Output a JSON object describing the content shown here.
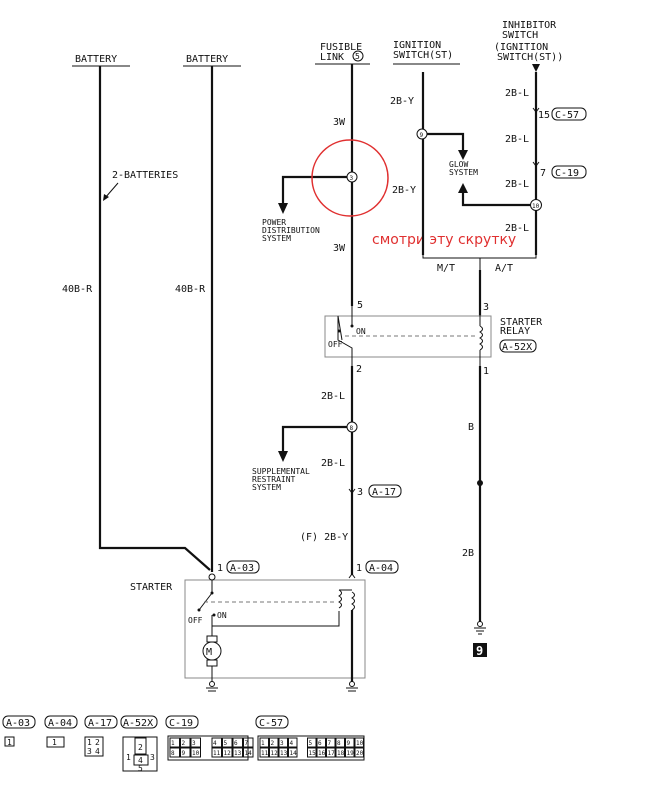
{
  "sources": {
    "battery1": "BATTERY",
    "battery2": "BATTERY",
    "fusible_link": [
      "FUSIBLE",
      "LINK"
    ],
    "fusible_link_no": "5",
    "ignition_switch": [
      "IGNITION",
      "SWITCH(ST)"
    ],
    "inhibitor_switch": [
      "INHIBITOR",
      "SWITCH",
      "(IGNITION",
      "SWITCH(ST))"
    ]
  },
  "wires": {
    "two_batteries": "2-BATTERIES",
    "w_40br_1": "40B-R",
    "w_40br_2": "40B-R",
    "w_3w_1": "3W",
    "w_3w_2": "3W",
    "w_2by_1": "2B-Y",
    "w_2by_2": "2B-Y",
    "w_2bl_1": "2B-L",
    "w_2bl_2": "2B-L",
    "w_2bl_3": "2B-L",
    "w_2bl_4": "2B-L",
    "w_2bl_5": "2B-L",
    "w_2bl_6": "2B-L",
    "w_f2by": "(F) 2B-Y",
    "w_b": "B",
    "w_2b": "2B",
    "mt": "M/T",
    "at": "A/T"
  },
  "splices": {
    "s3": "3",
    "s9": "9",
    "s10": "10",
    "s8": "8"
  },
  "systems": {
    "power": [
      "POWER",
      "DISTRIBUTION",
      "SYSTEM"
    ],
    "glow": [
      "GLOW",
      "SYSTEM"
    ],
    "srs": [
      "SUPPLEMENTAL",
      "RESTRAINT",
      "SYSTEM"
    ]
  },
  "connectors_inline": {
    "c57_pin": "15",
    "c57": "C-57",
    "c19_pin": "7",
    "c19": "C-19",
    "a17_pin": "3",
    "a17": "A-17",
    "a03_pin": "1",
    "a03": "A-03",
    "a04_pin": "1",
    "a04": "A-04"
  },
  "relay": {
    "title": [
      "STARTER",
      "RELAY"
    ],
    "connector": "A-52X",
    "pin5": "5",
    "pin2": "2",
    "pin3": "3",
    "pin1": "1",
    "on": "ON",
    "off": "OFF"
  },
  "starter": {
    "title": "STARTER",
    "on": "ON",
    "off": "OFF",
    "motor": "M"
  },
  "ground_ref": "9",
  "annotation": {
    "text": "смотри эту скрутку",
    "color": "#e03030"
  },
  "legend": {
    "connectors": [
      "A-03",
      "A-04",
      "A-17",
      "A-52X",
      "C-19",
      "C-57"
    ],
    "a03_pins": [
      "1"
    ],
    "a04_pins": [
      "1"
    ],
    "a17_pins": [
      "1",
      "2",
      "3",
      "4"
    ],
    "a52x_pins": [
      "1",
      "2",
      "3",
      "4",
      "5"
    ],
    "c19_pins": [
      "1",
      "2",
      "3",
      "4",
      "5",
      "6",
      "7",
      "8",
      "9",
      "10",
      "11",
      "12",
      "13",
      "14"
    ],
    "c57_pins": [
      "1",
      "2",
      "3",
      "4",
      "5",
      "6",
      "7",
      "8",
      "9",
      "10",
      "11",
      "12",
      "13",
      "14",
      "15",
      "16",
      "17",
      "18",
      "19",
      "20"
    ]
  }
}
